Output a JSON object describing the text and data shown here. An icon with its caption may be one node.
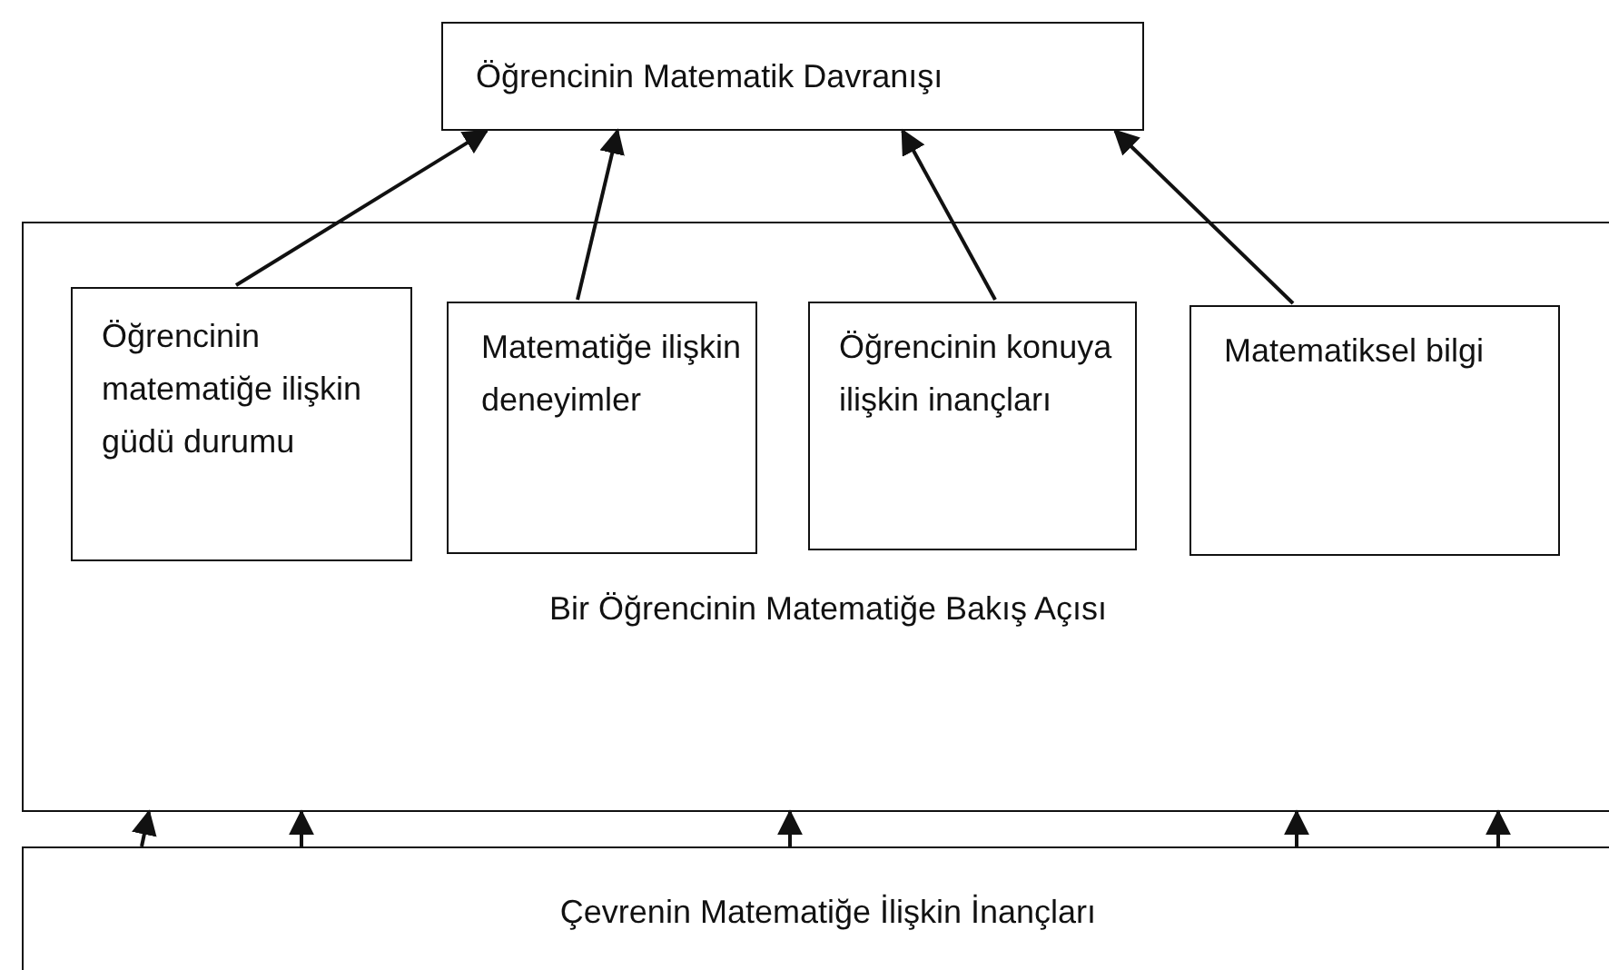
{
  "diagram": {
    "nodes": [
      {
        "text": [
          "Öğrencinin Matematik Davranışı"
        ]
      },
      {
        "text": [
          "Bir Öğrencinin Matematiğe Bakış Açısı"
        ]
      },
      {
        "text": [
          "Öğrencinin matematiğe ilişkin güdü durumu"
        ],
        "in": 1
      },
      {
        "text": [
          "Matematiğe ilişkin deneyimler"
        ],
        "in": 1
      },
      {
        "text": [
          "Öğrencinin konuya ilişkin inançları"
        ],
        "in": 1
      },
      {
        "text": [
          "Matematiksel bilgi"
        ],
        "in": 1
      },
      {
        "text": [
          "Çevrenin Matematiğe İlişkin İnançları"
        ]
      }
    ],
    "edges": [
      {
        "from": 2,
        "to": 0,
        "arrow": "to"
      },
      {
        "from": 3,
        "to": 0,
        "arrow": "to"
      },
      {
        "from": 4,
        "to": 0,
        "arrow": "to"
      },
      {
        "from": 5,
        "to": 0,
        "arrow": "to"
      },
      {
        "from": 6,
        "to": 1,
        "arrow": "to"
      },
      {
        "from": 6,
        "to": 1,
        "arrow": "to"
      },
      {
        "from": 6,
        "to": 1,
        "arrow": "to"
      },
      {
        "from": 6,
        "to": 1,
        "arrow": "to"
      },
      {
        "from": 6,
        "to": 1,
        "arrow": "to"
      }
    ]
  }
}
